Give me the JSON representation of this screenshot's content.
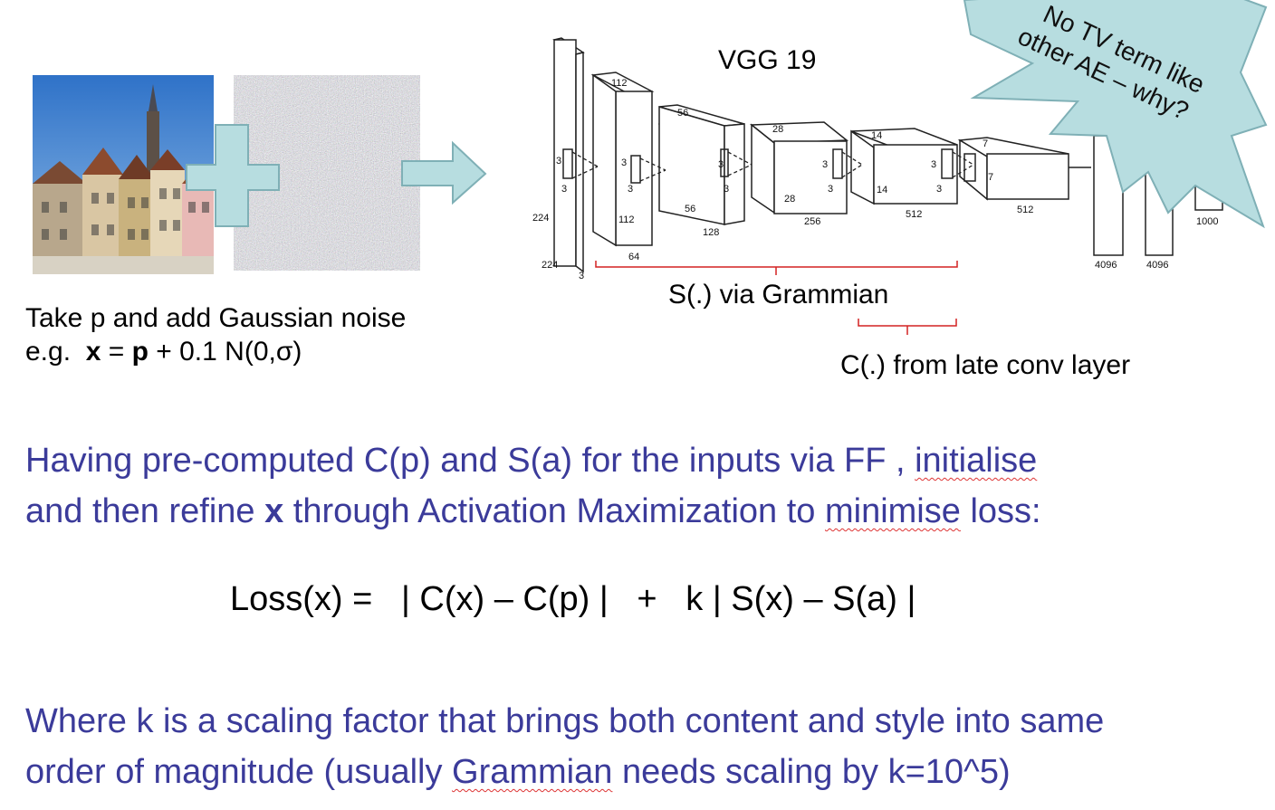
{
  "diagram": {
    "network_title": "VGG 19",
    "style_label": "S(.) via Grammian",
    "content_label": "C(.) from late conv layer",
    "starburst_text": [
      "No TV term like",
      "other AE – why?"
    ],
    "dims": {
      "input_h": "224",
      "input_w": "224",
      "input_c": "3",
      "b1_h": "112",
      "b1_w": "112",
      "b1_c": "64",
      "b2_h": "56",
      "b2_w": "56",
      "b2_c": "128",
      "b3_h": "28",
      "b3_w": "28",
      "b3_c": "256",
      "b4_h": "14",
      "b4_w": "14",
      "b4_c": "512",
      "b5_h": "7",
      "b5_w": "7",
      "b5_c": "512",
      "k": "3",
      "fc1": "4096",
      "fc2": "4096",
      "fc3": "1000"
    }
  },
  "caption": {
    "line1": "Take p and add Gaussian noise",
    "line2_prefix": "e.g.  ",
    "x": "x",
    "eq": " = ",
    "p": "p",
    "rest": " + 0.1 N(0,σ)"
  },
  "para1": {
    "a": "Having pre-computed C(p) and S(a) for the inputs via FF , ",
    "initialise": "initialise",
    "b": "and then refine ",
    "x": "x",
    "c": " through Activation Maximization to ",
    "minimise": "minimise",
    "d": " loss:"
  },
  "loss_formula": "Loss(x) =   | C(x) – C(p) |   +   k | S(x) – S(a) |",
  "para2": {
    "a": "Where k is a scaling factor that brings both content and style into same",
    "b": "order of magnitude (usually ",
    "grammian": "Grammian",
    "c": " needs scaling by k=10^5)"
  },
  "colors": {
    "text_purple": "#3b3b9a",
    "arrow_fill": "#b7dde0",
    "bracket_red": "#d32222"
  }
}
